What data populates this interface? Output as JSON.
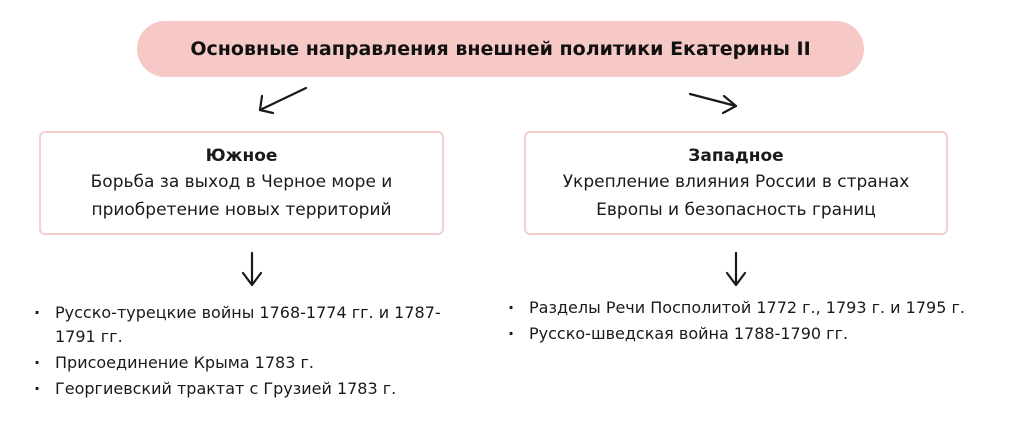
{
  "title": "Основные направления внешней политики Екатерины II",
  "left": {
    "heading": "Южное",
    "line1": "Борьба за выход в Черное море и",
    "line2": "приобретение новых территорий",
    "items": [
      "Русско-турецкие войны 1768-1774 гг. и 1787-1791 гг.",
      "Присоединение Крыма 1783 г.",
      "Георгиевский трактат с Грузией 1783 г."
    ]
  },
  "right": {
    "heading": "Западное",
    "line1": "Укрепление влияния России в странах",
    "line2": "Европы и безопасность границ",
    "items": [
      "Разделы Речи Посполитой 1772 г., 1793 г. и 1795 г.",
      "Русско-шведская война 1788-1790 гг."
    ]
  },
  "colors": {
    "pill": "#f6c9c6",
    "box_border": "#f3cfcd",
    "text": "#1a1a1a"
  },
  "bullet": "·"
}
